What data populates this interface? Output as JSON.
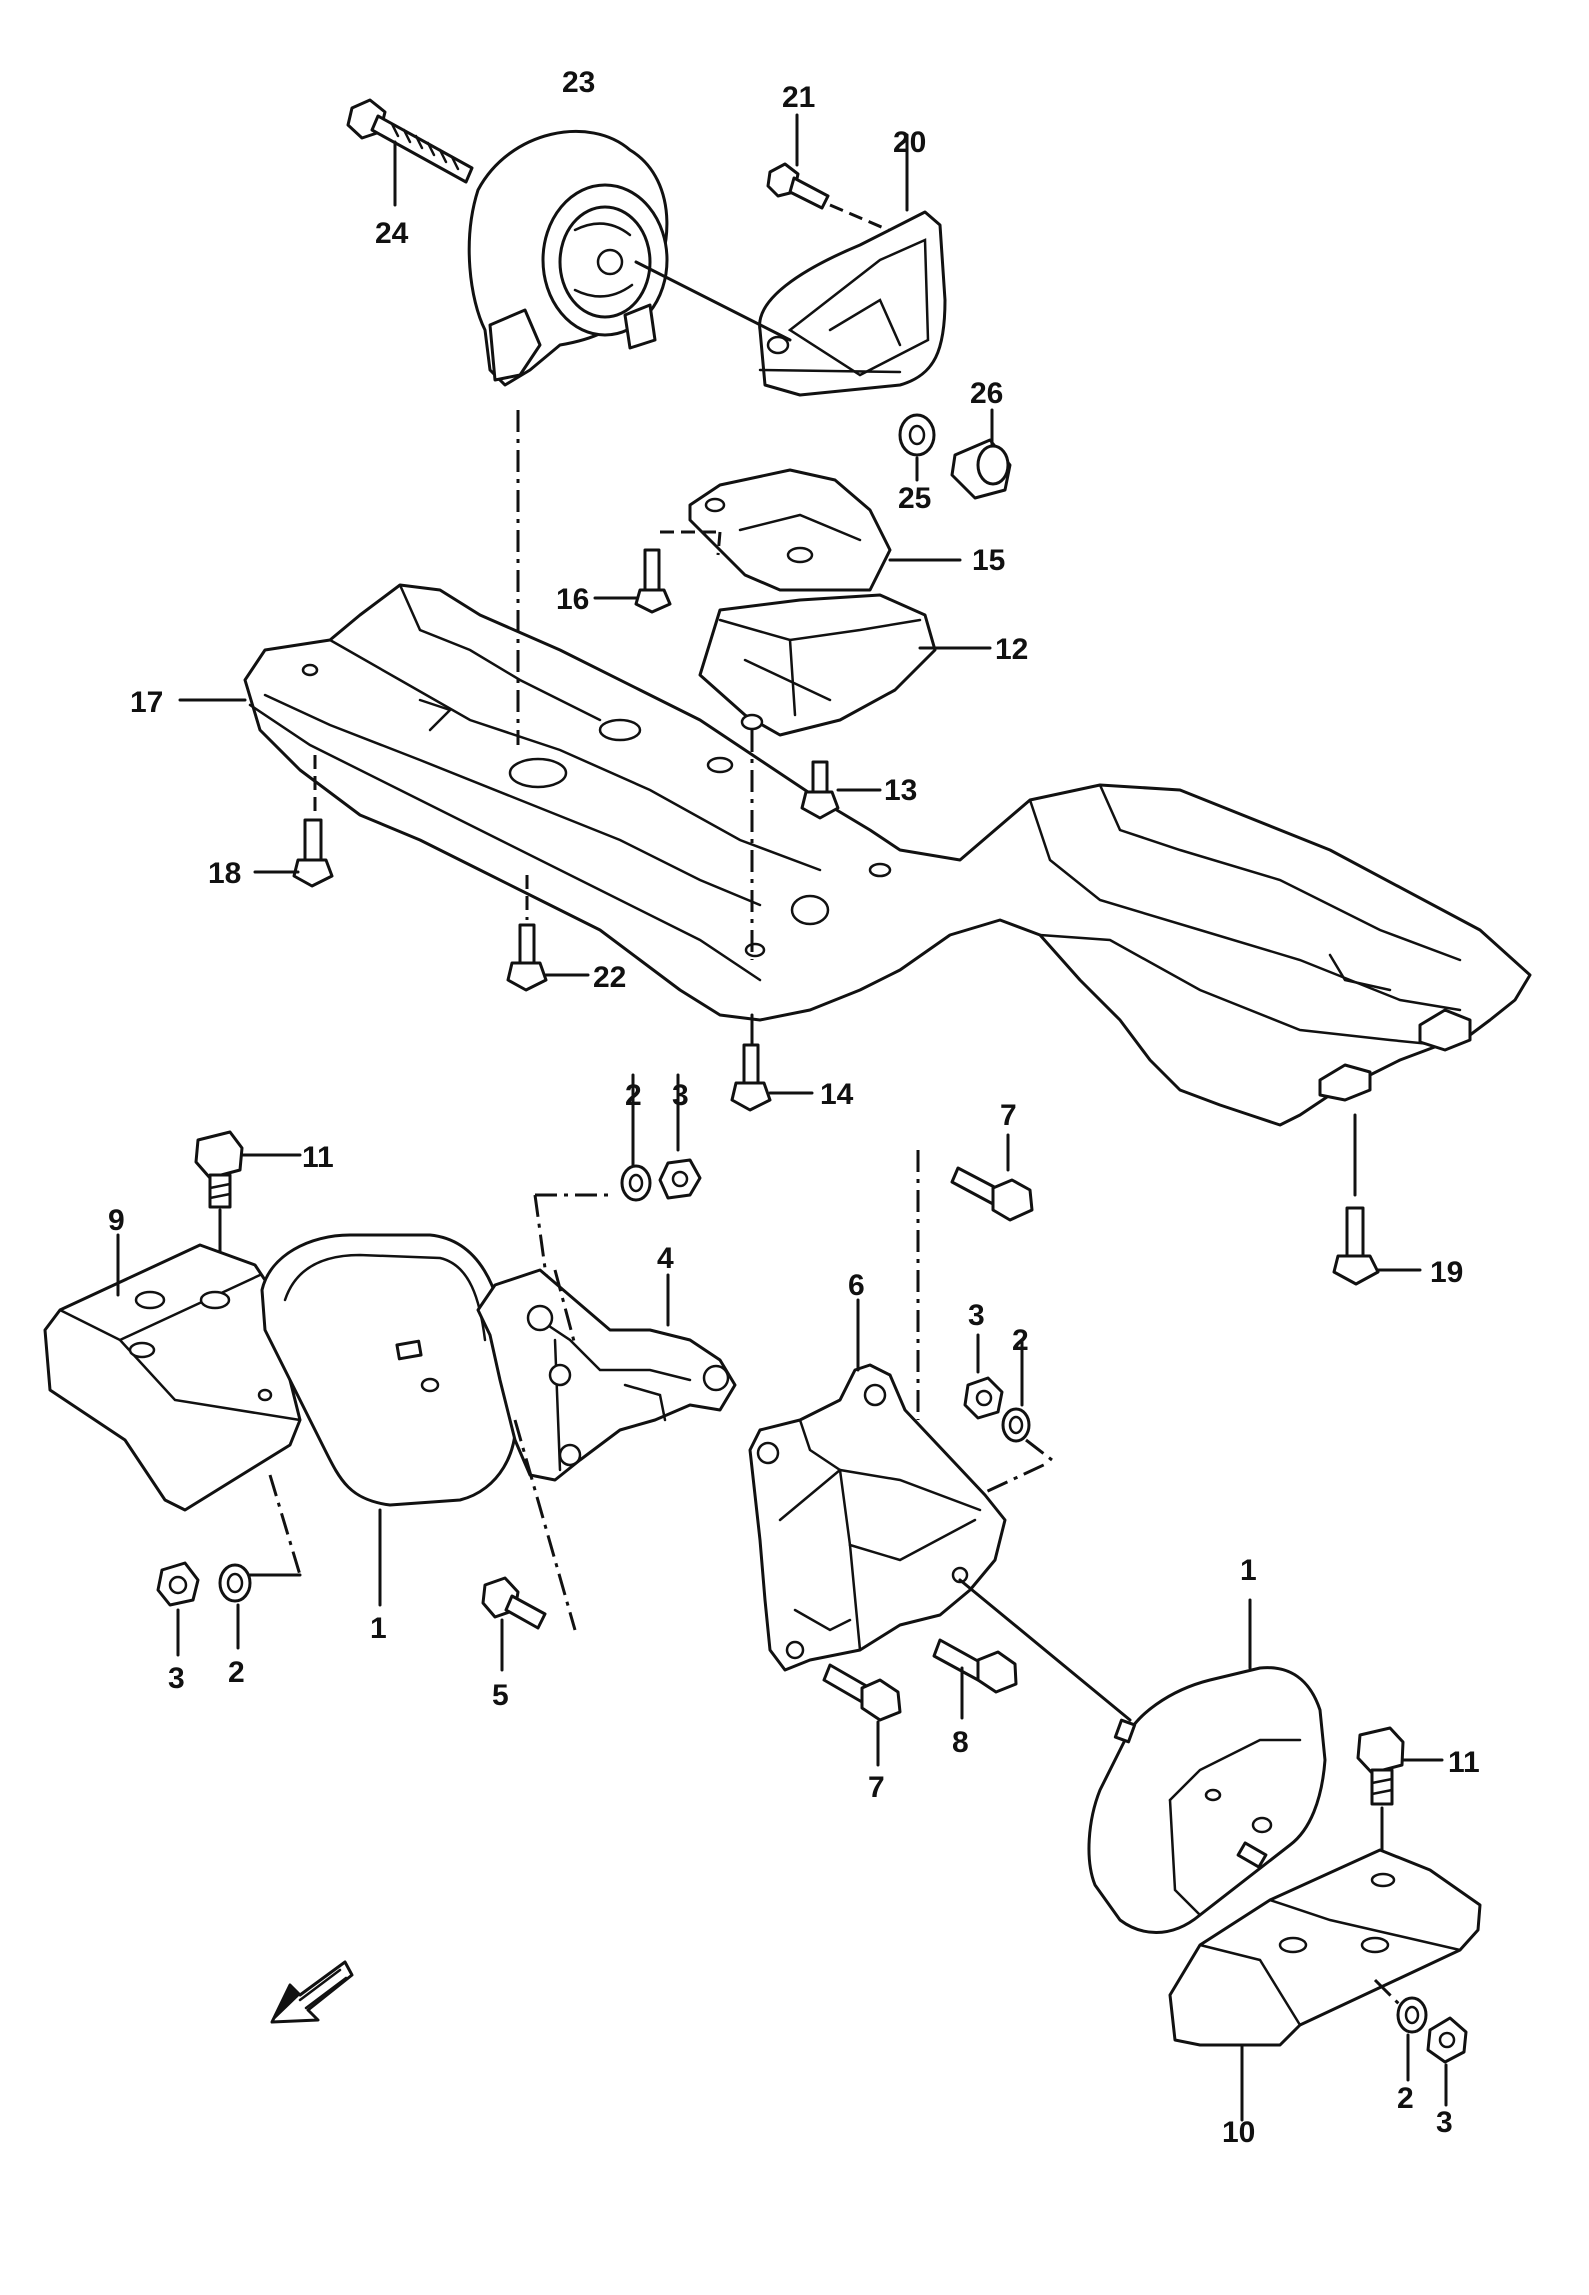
{
  "diagram": {
    "type": "exploded parts diagram",
    "colors": {
      "ink": "#111111",
      "background": "#ffffff"
    },
    "callouts": {
      "c23": "23",
      "c24": "24",
      "c21": "21",
      "c20": "20",
      "c26": "26",
      "c25": "25",
      "c15": "15",
      "c16": "16",
      "c12": "12",
      "c17": "17",
      "c13": "13",
      "c18": "18",
      "c22": "22",
      "c14": "14",
      "c2a": "2",
      "c3a": "3",
      "c7a": "7",
      "c11a": "11",
      "c9": "9",
      "c4": "4",
      "c19": "19",
      "c6": "6",
      "c3b": "3",
      "c2b": "2",
      "c3c": "3",
      "c2c": "2",
      "c1a": "1",
      "c5": "5",
      "c7b": "7",
      "c8": "8",
      "c1b": "1",
      "c11b": "11",
      "c10": "10",
      "c2d": "2",
      "c3d": "3"
    },
    "icons": [
      "front-direction-arrow-icon"
    ]
  }
}
